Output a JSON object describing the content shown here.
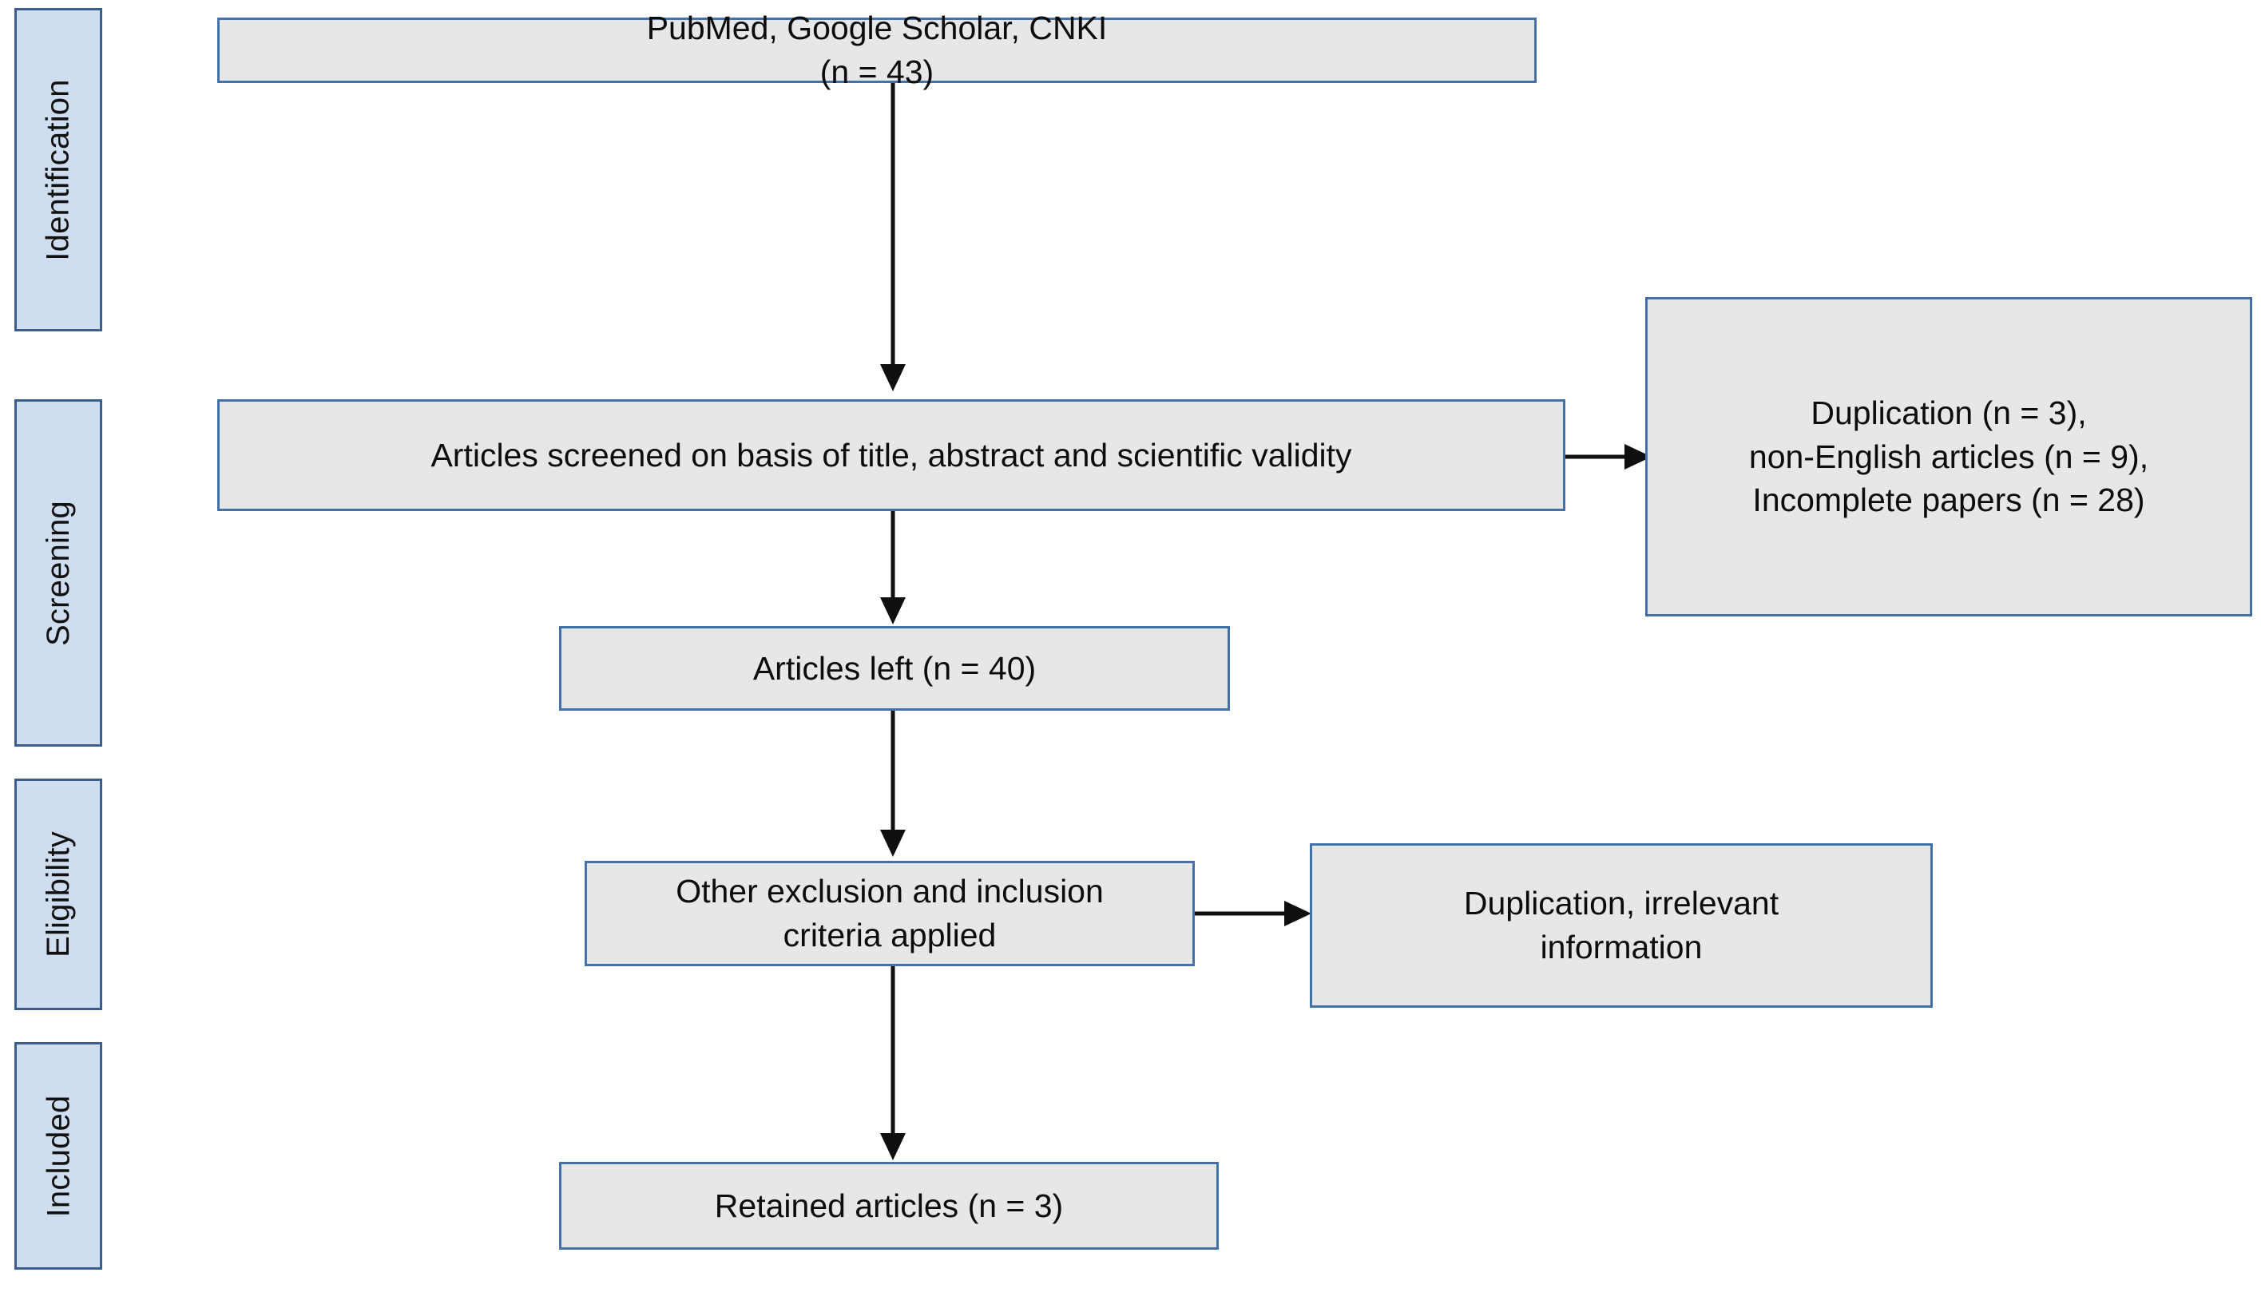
{
  "diagram": {
    "title": "PRISMA study selection flow diagram",
    "colors": {
      "stage_fill": "#CFDDF0",
      "stage_border": "#3C5E88",
      "box_fill": "#E8E7E7",
      "box_border": "#4472A8",
      "arrow": "#0F0F0F",
      "background": "#FFFFFF",
      "text": "#0C0C0C"
    },
    "stages": [
      {
        "id": "identification",
        "label": "Identification"
      },
      {
        "id": "screening",
        "label": "Screening"
      },
      {
        "id": "eligibility",
        "label": "Eligibility"
      },
      {
        "id": "included",
        "label": "Included"
      }
    ],
    "boxes": [
      {
        "id": "sources",
        "text": "PubMed, Google Scholar, CNKI\n(n = 43)",
        "line1": "PubMed, Google Scholar, CNKI",
        "line2": "(n = 43)",
        "count": 43,
        "stage": "identification",
        "kind": "source"
      },
      {
        "id": "screened",
        "text": "Articles screened on basis of title, abstract and scientific validity",
        "stage": "screening",
        "kind": "process"
      },
      {
        "id": "excluded-screening",
        "text": "Duplication (n = 3),\nnon-English articles (n = 9),\nIncomplete papers (n = 28)",
        "line1": "Duplication (n = 3),",
        "line2": "non-English articles (n = 9),",
        "line3": "Incomplete papers (n = 28)",
        "stage": "screening",
        "kind": "exclusion"
      },
      {
        "id": "articles-left",
        "text": "Articles left (n = 40)",
        "count": 40,
        "stage": "screening",
        "kind": "outcome"
      },
      {
        "id": "criteria-applied",
        "text": "Other exclusion and inclusion\ncriteria applied",
        "line1": "Other exclusion and inclusion",
        "line2": "criteria applied",
        "stage": "eligibility",
        "kind": "process"
      },
      {
        "id": "excluded-eligibility",
        "text": "Duplication, irrelevant\ninformation",
        "line1": "Duplication, irrelevant",
        "line2": "information",
        "stage": "eligibility",
        "kind": "exclusion"
      },
      {
        "id": "retained",
        "text": "Retained articles (n = 3)",
        "count": 3,
        "stage": "included",
        "kind": "outcome"
      }
    ],
    "connectors": [
      {
        "id": "sources-to-screened",
        "from": "sources",
        "to": "screened",
        "direction": "down"
      },
      {
        "id": "screened-to-excluded",
        "from": "screened",
        "to": "excluded-screening",
        "direction": "right"
      },
      {
        "id": "screened-to-articles-left",
        "from": "screened",
        "to": "articles-left",
        "direction": "down"
      },
      {
        "id": "articles-left-to-criteria",
        "from": "articles-left",
        "to": "criteria-applied",
        "direction": "down"
      },
      {
        "id": "criteria-to-excluded",
        "from": "criteria-applied",
        "to": "excluded-eligibility",
        "direction": "right"
      },
      {
        "id": "criteria-to-retained",
        "from": "criteria-applied",
        "to": "retained",
        "direction": "down"
      }
    ]
  }
}
